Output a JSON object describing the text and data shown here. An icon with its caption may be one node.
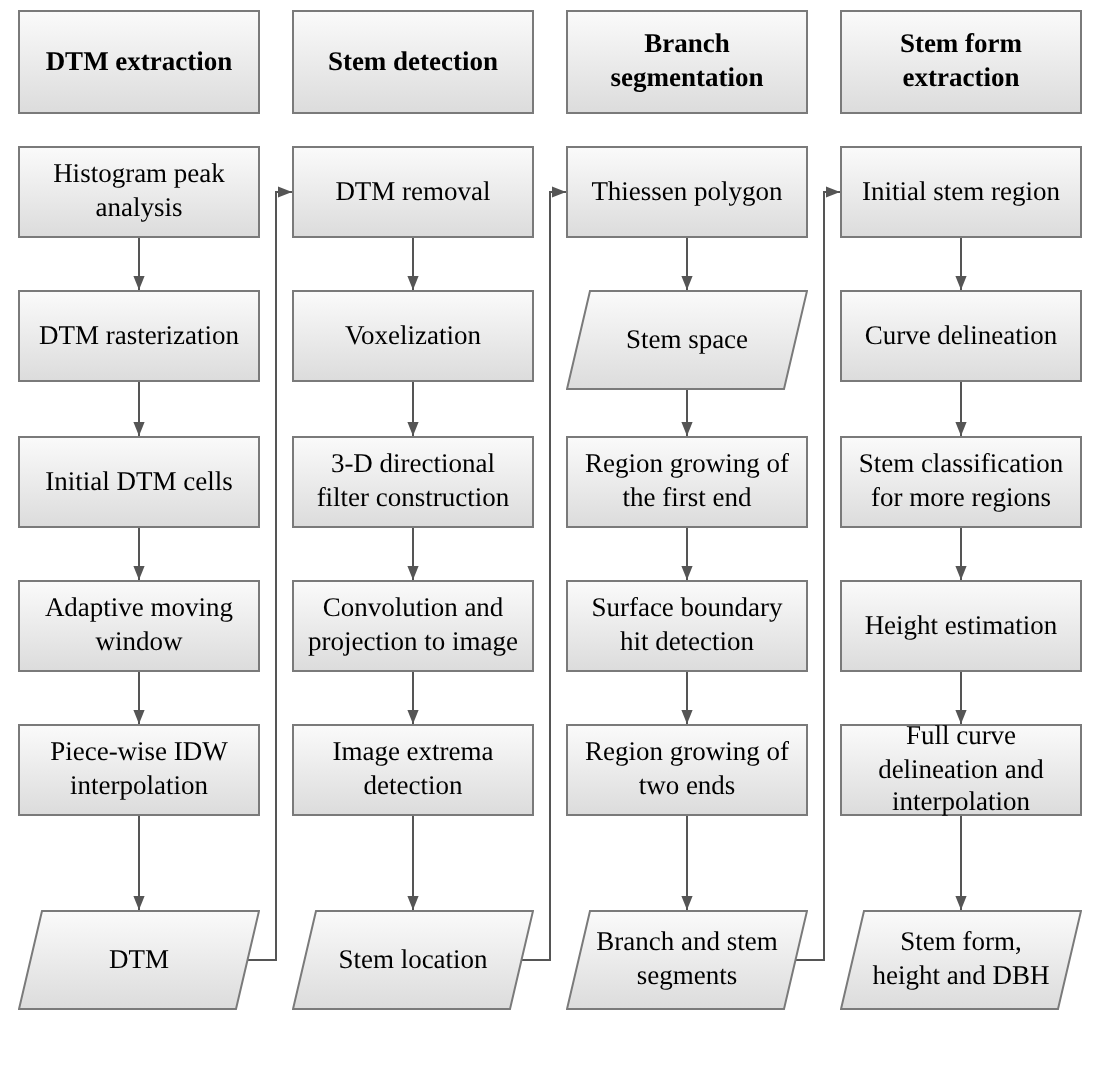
{
  "diagram": {
    "nodes": [
      {
        "text": [
          "DTM extraction"
        ]
      },
      {
        "text": [
          "Histogram peak analysis"
        ]
      },
      {
        "text": [
          "DTM rasterization"
        ]
      },
      {
        "text": [
          "Initial DTM cells"
        ]
      },
      {
        "text": [
          "Adaptive moving window"
        ]
      },
      {
        "text": [
          "Piece-wise IDW interpolation"
        ]
      },
      {
        "text": [
          "DTM"
        ]
      },
      {
        "text": [
          "Stem detection"
        ]
      },
      {
        "text": [
          "DTM removal"
        ]
      },
      {
        "text": [
          "Voxelization"
        ]
      },
      {
        "text": [
          "3-D directional filter construction"
        ]
      },
      {
        "text": [
          "Convolution and projection to image"
        ]
      },
      {
        "text": [
          "Image extrema detection"
        ]
      },
      {
        "text": [
          "Stem location"
        ]
      },
      {
        "text": [
          "Branch segmentation"
        ]
      },
      {
        "text": [
          "Thiessen polygon"
        ]
      },
      {
        "text": [
          "Stem space"
        ]
      },
      {
        "text": [
          "Region growing of the first end"
        ]
      },
      {
        "text": [
          "Surface boundary hit detection"
        ]
      },
      {
        "text": [
          "Region growing of two ends"
        ]
      },
      {
        "text": [
          "Branch and stem segments"
        ]
      },
      {
        "text": [
          "Stem form extraction"
        ]
      },
      {
        "text": [
          "Initial stem region"
        ]
      },
      {
        "text": [
          "Curve delineation"
        ]
      },
      {
        "text": [
          "Stem classification for more regions"
        ]
      },
      {
        "text": [
          "Height estimation"
        ]
      },
      {
        "text": [
          "Full curve delineation and interpolation"
        ]
      },
      {
        "text": [
          "Stem form, height and DBH"
        ]
      }
    ],
    "edges": [
      {
        "from": 1,
        "to": 2,
        "arrow": "to"
      },
      {
        "from": 2,
        "to": 3,
        "arrow": "to"
      },
      {
        "from": 3,
        "to": 4,
        "arrow": "to"
      },
      {
        "from": 4,
        "to": 5,
        "arrow": "to"
      },
      {
        "from": 5,
        "to": 6,
        "arrow": "to"
      },
      {
        "from": 6,
        "to": 8,
        "arrow": "to"
      },
      {
        "from": 8,
        "to": 9,
        "arrow": "to"
      },
      {
        "from": 9,
        "to": 10,
        "arrow": "to"
      },
      {
        "from": 10,
        "to": 11,
        "arrow": "to"
      },
      {
        "from": 11,
        "to": 12,
        "arrow": "to"
      },
      {
        "from": 12,
        "to": 13,
        "arrow": "to"
      },
      {
        "from": 13,
        "to": 15,
        "arrow": "to"
      },
      {
        "from": 15,
        "to": 16,
        "arrow": "to"
      },
      {
        "from": 16,
        "to": 17,
        "arrow": "to"
      },
      {
        "from": 17,
        "to": 18,
        "arrow": "to"
      },
      {
        "from": 18,
        "to": 19,
        "arrow": "to"
      },
      {
        "from": 19,
        "to": 20,
        "arrow": "to"
      },
      {
        "from": 20,
        "to": 22,
        "arrow": "to"
      },
      {
        "from": 22,
        "to": 23,
        "arrow": "to"
      },
      {
        "from": 23,
        "to": 24,
        "arrow": "to"
      },
      {
        "from": 24,
        "to": 25,
        "arrow": "to"
      },
      {
        "from": 25,
        "to": 26,
        "arrow": "to"
      },
      {
        "from": 26,
        "to": 27,
        "arrow": "to"
      }
    ]
  }
}
